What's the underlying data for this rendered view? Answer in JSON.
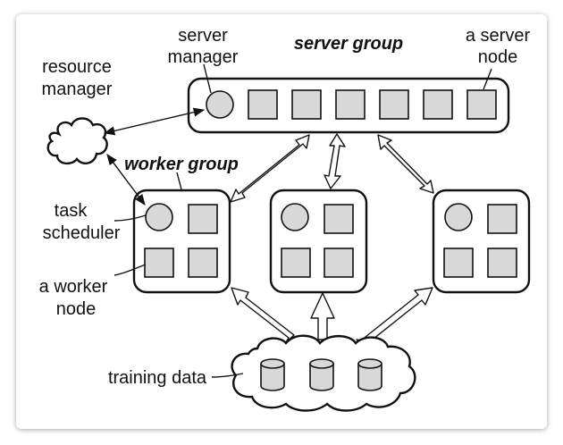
{
  "labels": {
    "server_group": "server group",
    "worker_group": "worker group",
    "server_manager_line1": "server",
    "server_manager_line2": "manager",
    "server_node_line1": "a server",
    "server_node_line2": "node",
    "resource_manager_line1": "resource",
    "resource_manager_line2": "manager",
    "task_scheduler_line1": "task",
    "task_scheduler_line2": "scheduler",
    "worker_node_line1": "a worker",
    "worker_node_line2": "node",
    "training_data": "training data"
  },
  "colors": {
    "node_fill": "#d8d8d8",
    "stroke": "#111111",
    "background": "#ffffff"
  },
  "icons": {
    "resource_manager": "cloud-icon",
    "training_data": "cloud-icon",
    "storage": "cylinder-icon"
  }
}
